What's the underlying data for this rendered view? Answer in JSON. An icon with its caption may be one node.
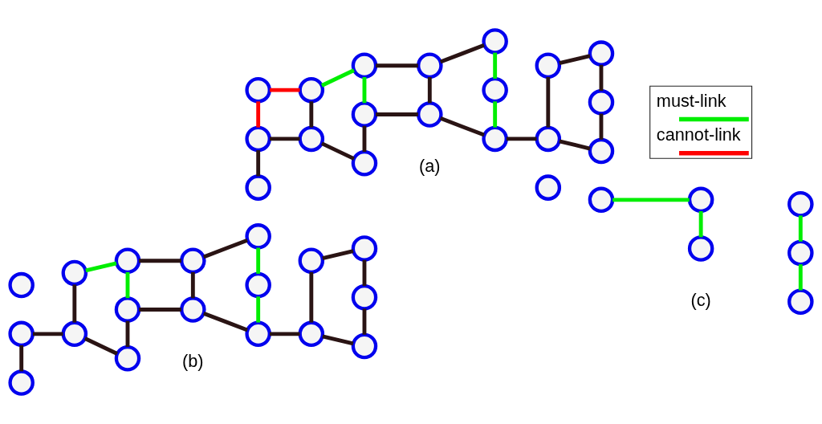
{
  "diagram": {
    "nodes": [
      {
        "text": [],
        "shape": "circle"
      },
      {
        "text": [],
        "shape": "circle"
      },
      {
        "text": [],
        "shape": "circle"
      },
      {
        "text": [],
        "shape": "circle"
      },
      {
        "text": [],
        "shape": "circle"
      },
      {
        "text": [],
        "shape": "circle"
      },
      {
        "text": [],
        "shape": "circle"
      },
      {
        "text": [],
        "shape": "circle"
      },
      {
        "text": [],
        "shape": "circle"
      },
      {
        "text": [],
        "shape": "circle"
      },
      {
        "text": [],
        "shape": "circle"
      },
      {
        "text": [],
        "shape": "circle"
      },
      {
        "text": [],
        "shape": "circle"
      },
      {
        "text": [],
        "shape": "circle"
      },
      {
        "text": [],
        "shape": "circle"
      },
      {
        "text": [],
        "shape": "circle"
      },
      {
        "text": [],
        "shape": "circle"
      },
      {
        "text": [],
        "shape": "circle"
      },
      {
        "text": [],
        "shape": "circle"
      },
      {
        "text": [],
        "shape": "circle"
      },
      {
        "text": [],
        "shape": "circle"
      },
      {
        "text": [],
        "shape": "circle"
      },
      {
        "text": [],
        "shape": "circle"
      },
      {
        "text": [],
        "shape": "circle"
      },
      {
        "text": [],
        "shape": "circle"
      },
      {
        "text": [],
        "shape": "circle"
      },
      {
        "text": [],
        "shape": "circle"
      },
      {
        "text": [],
        "shape": "circle"
      },
      {
        "text": [],
        "shape": "circle"
      },
      {
        "text": [],
        "shape": "circle"
      },
      {
        "text": [],
        "shape": "circle"
      },
      {
        "text": [],
        "shape": "circle"
      },
      {
        "text": [],
        "shape": "circle"
      },
      {
        "text": [],
        "shape": "circle"
      },
      {
        "text": [],
        "shape": "circle"
      },
      {
        "text": [],
        "shape": "circle"
      },
      {
        "text": [],
        "shape": "circle"
      },
      {
        "text": [],
        "shape": "circle"
      },
      {
        "text": [],
        "shape": "circle"
      },
      {
        "text": [],
        "shape": "circle"
      },
      {
        "text": [],
        "shape": "circle"
      },
      {
        "text": [],
        "shape": "circle"
      },
      {
        "text": [],
        "shape": "circle"
      }
    ],
    "edges": [
      {
        "from": 0,
        "to": 1,
        "arrow": "none",
        "color": "#ff0000"
      },
      {
        "from": 0,
        "to": 3,
        "arrow": "none",
        "color": "#ff0000"
      },
      {
        "from": 1,
        "to": 2,
        "arrow": "none"
      },
      {
        "from": 1,
        "to": 4,
        "arrow": "none"
      },
      {
        "from": 3,
        "to": 5,
        "arrow": "none",
        "color": "#00ee00"
      },
      {
        "from": 3,
        "to": 4,
        "arrow": "none"
      },
      {
        "from": 4,
        "to": 7,
        "arrow": "none"
      },
      {
        "from": 5,
        "to": 6,
        "arrow": "none",
        "color": "#00ee00"
      },
      {
        "from": 5,
        "to": 8,
        "arrow": "none"
      },
      {
        "from": 6,
        "to": 7,
        "arrow": "none"
      },
      {
        "from": 6,
        "to": 9,
        "arrow": "none"
      },
      {
        "from": 8,
        "to": 10,
        "arrow": "none"
      },
      {
        "from": 8,
        "to": 9,
        "arrow": "none"
      },
      {
        "from": 9,
        "to": 12,
        "arrow": "none"
      },
      {
        "from": 10,
        "to": 11,
        "arrow": "none",
        "color": "#00ee00"
      },
      {
        "from": 11,
        "to": 12,
        "arrow": "none",
        "color": "#00ee00"
      },
      {
        "from": 12,
        "to": 14,
        "arrow": "none"
      },
      {
        "from": 13,
        "to": 15,
        "arrow": "none"
      },
      {
        "from": 13,
        "to": 14,
        "arrow": "none"
      },
      {
        "from": 14,
        "to": 17,
        "arrow": "none"
      },
      {
        "from": 15,
        "to": 16,
        "arrow": "none"
      },
      {
        "from": 16,
        "to": 17,
        "arrow": "none"
      },
      {
        "from": 19,
        "to": 20,
        "arrow": "none"
      },
      {
        "from": 19,
        "to": 22,
        "arrow": "none"
      },
      {
        "from": 21,
        "to": 23,
        "arrow": "none",
        "color": "#00ee00"
      },
      {
        "from": 21,
        "to": 22,
        "arrow": "none"
      },
      {
        "from": 22,
        "to": 25,
        "arrow": "none"
      },
      {
        "from": 23,
        "to": 24,
        "arrow": "none",
        "color": "#00ee00"
      },
      {
        "from": 23,
        "to": 26,
        "arrow": "none"
      },
      {
        "from": 24,
        "to": 25,
        "arrow": "none"
      },
      {
        "from": 24,
        "to": 27,
        "arrow": "none"
      },
      {
        "from": 26,
        "to": 28,
        "arrow": "none"
      },
      {
        "from": 26,
        "to": 27,
        "arrow": "none"
      },
      {
        "from": 27,
        "to": 30,
        "arrow": "none"
      },
      {
        "from": 28,
        "to": 29,
        "arrow": "none",
        "color": "#00ee00"
      },
      {
        "from": 29,
        "to": 30,
        "arrow": "none",
        "color": "#00ee00"
      },
      {
        "from": 30,
        "to": 32,
        "arrow": "none"
      },
      {
        "from": 31,
        "to": 33,
        "arrow": "none"
      },
      {
        "from": 31,
        "to": 32,
        "arrow": "none"
      },
      {
        "from": 32,
        "to": 35,
        "arrow": "none"
      },
      {
        "from": 33,
        "to": 34,
        "arrow": "none"
      },
      {
        "from": 34,
        "to": 35,
        "arrow": "none"
      },
      {
        "from": 37,
        "to": 38,
        "arrow": "none",
        "color": "#00ee00"
      },
      {
        "from": 38,
        "to": 39,
        "arrow": "none",
        "color": "#00ee00"
      },
      {
        "from": 40,
        "to": 41,
        "arrow": "none",
        "color": "#00ee00"
      },
      {
        "from": 41,
        "to": 42,
        "arrow": "none",
        "color": "#00ee00"
      }
    ],
    "labels": [
      "(a)",
      "(b)",
      "(c)"
    ],
    "legend": [
      {
        "text": "must-link",
        "color": "#00ee00"
      },
      {
        "text": "cannot-link",
        "color": "#ff0000"
      }
    ]
  }
}
